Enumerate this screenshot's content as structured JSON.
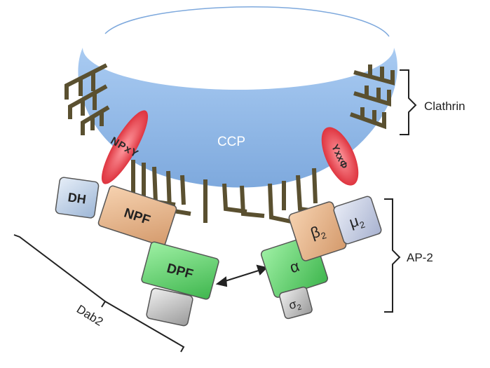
{
  "labels": {
    "ccp": "CCP",
    "clathrin": "Clathrin",
    "ap2": "AP-2",
    "dab2": "Dab2",
    "nps_motif": "NPxY",
    "yxx_motif": "YxxΦ"
  },
  "domains": {
    "dh": "DH",
    "npf": "NPF",
    "dpf": "DPF",
    "beta2": "β",
    "beta2_sub": "2",
    "mu2": "μ",
    "mu2_sub": "2",
    "alpha": "α",
    "sigma2": "σ",
    "sigma2_sub": "2"
  },
  "colors": {
    "ccp_blue": "#8fb8e8",
    "clathrin_brown": "#5a5030",
    "motif_red": "#e0303a",
    "dh_blue": "#c9d8ec",
    "npf_tan": "#e8b890",
    "dpf_green": "#6fd07a",
    "grey_box": "#bdbdbd",
    "mu2_lavender": "#c8cfe6"
  }
}
